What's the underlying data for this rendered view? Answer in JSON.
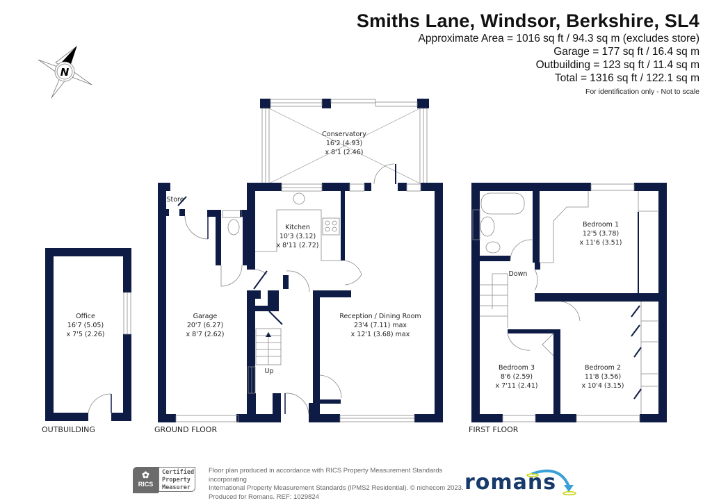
{
  "header": {
    "title": "Smiths Lane, Windsor, Berkshire, SL4",
    "areas": [
      "Approximate Area = 1016 sq ft / 94.3 sq m (excludes store)",
      "Garage = 177 sq ft / 16.4 sq m",
      "Outbuilding = 123 sq ft / 11.4 sq m",
      "Total = 1316 sq ft / 122.1 sq m"
    ],
    "disclaimer": "For identification only - Not to scale"
  },
  "compass": {
    "label": "N",
    "icon": "compass-north-icon"
  },
  "floors": {
    "outbuilding": {
      "label": "OUTBUILDING",
      "rooms": [
        {
          "name": "Office",
          "dim1": "16'7 (5.05)",
          "dim2": "x 7'5 (2.26)"
        }
      ]
    },
    "ground": {
      "label": "GROUND FLOOR",
      "rooms": [
        {
          "name": "Conservatory",
          "dim1": "16'2 (4.93)",
          "dim2": "x 8'1 (2.46)"
        },
        {
          "name": "Kitchen",
          "dim1": "10'3 (3.12)",
          "dim2": "x 8'11 (2.72)"
        },
        {
          "name": "Garage",
          "dim1": "20'7 (6.27)",
          "dim2": "x 8'7 (2.62)"
        },
        {
          "name": "Reception / Dining Room",
          "dim1": "23'4 (7.11) max",
          "dim2": "x 12'1 (3.68) max"
        },
        {
          "name": "Store"
        }
      ],
      "stairs_label": "Up"
    },
    "first": {
      "label": "FIRST FLOOR",
      "rooms": [
        {
          "name": "Bedroom 1",
          "dim1": "12'5 (3.78)",
          "dim2": "x 11'6 (3.51)"
        },
        {
          "name": "Bedroom 2",
          "dim1": "11'8 (3.56)",
          "dim2": "x 10'4 (3.15)"
        },
        {
          "name": "Bedroom 3",
          "dim1": "8'6 (2.59)",
          "dim2": "x 7'11 (2.41)"
        }
      ],
      "stairs_label": "Down"
    }
  },
  "colors": {
    "wall": "#0d1b45",
    "fixture": "#888888",
    "brand": "#163a6b",
    "brand_accent": "#3aa0d8",
    "brand_ring": "#c8d400"
  },
  "footer": {
    "rics_badge": {
      "brand": "RICS",
      "line1": "Certified",
      "line2": "Property",
      "line3": "Measurer"
    },
    "lines": [
      "Floor plan produced in accordance with RICS Property Measurement Standards incorporating",
      "International Property Measurement Standards (IPMS2 Residential).   © nichecom 2023.",
      "Produced for Romans.   REF: 1029824"
    ],
    "brand_logo": "romans"
  }
}
